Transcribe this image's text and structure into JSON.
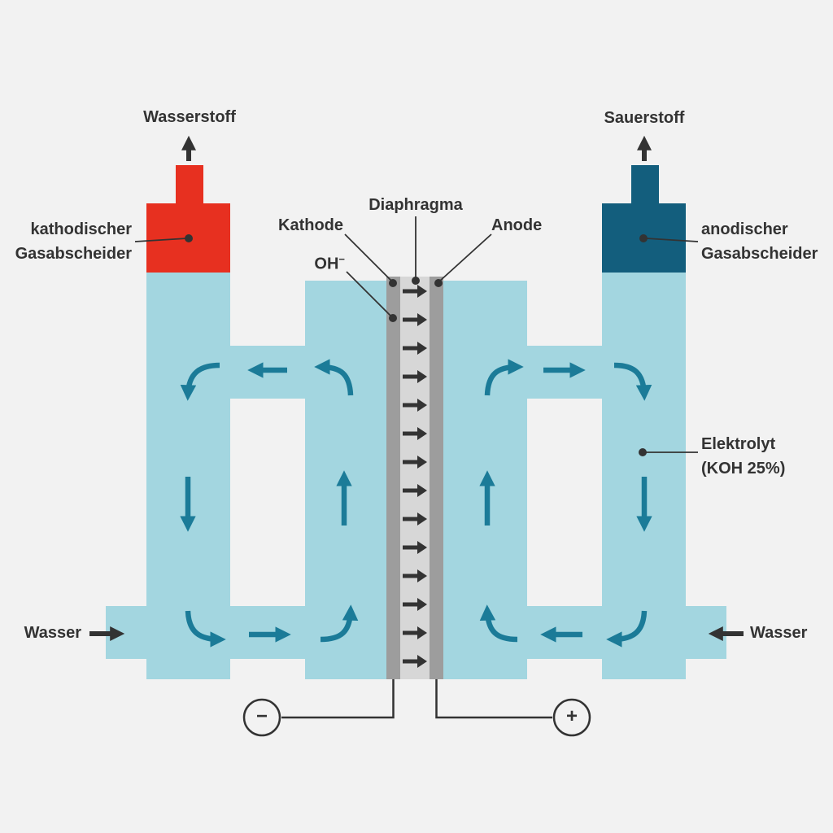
{
  "diagram": {
    "type": "alkaline-water-electrolysis-cell",
    "labels": {
      "hydrogen_out": "Wasserstoff",
      "oxygen_out": "Sauerstoff",
      "cathodic_separator": [
        "kathodischer",
        "Gasabscheider"
      ],
      "anodic_separator": [
        "anodischer",
        "Gasabscheider"
      ],
      "cathode": "Kathode",
      "diaphragm": "Diaphragma",
      "anode": "Anode",
      "hydroxide": "OH",
      "hydroxide_charge": "−",
      "electrolyte": [
        "Elektrolyt",
        "(KOH 25%)"
      ],
      "water_left": "Wasser",
      "water_right": "Wasser",
      "minus_terminal": "−",
      "plus_terminal": "+"
    },
    "colors": {
      "background": "#f2f2f2",
      "pipe": "#a3d6e0",
      "flow": "#1b7b98",
      "hydrogen": "#e73020",
      "oxygen": "#135e7d",
      "electrode": "#9d9d9d",
      "diaphragm": "#d7d7d7",
      "ink": "#333333"
    }
  }
}
